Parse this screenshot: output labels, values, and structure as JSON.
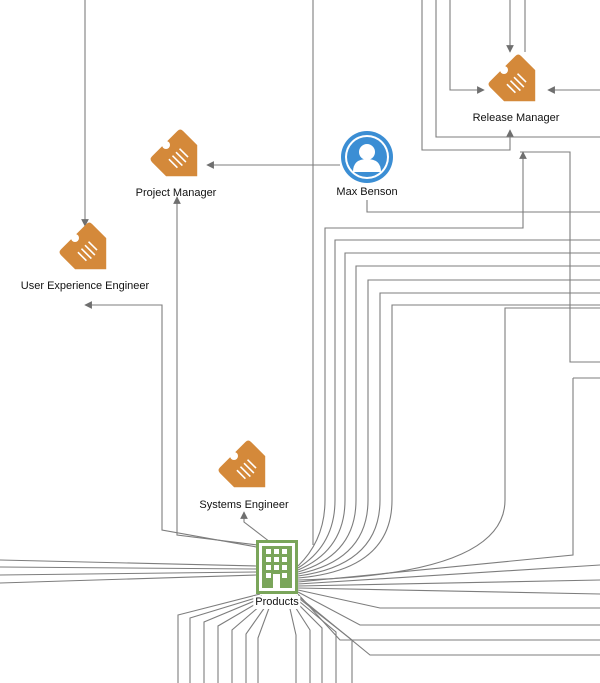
{
  "nodes": [
    {
      "id": "release_manager",
      "label": "Release Manager",
      "icon": "role-tag-icon",
      "kind": "role"
    },
    {
      "id": "project_manager",
      "label": "Project Manager",
      "icon": "role-tag-icon",
      "kind": "role"
    },
    {
      "id": "max_benson",
      "label": "Max Benson",
      "icon": "person-avatar-icon",
      "kind": "person"
    },
    {
      "id": "ux_engineer",
      "label": "User Experience Engineer",
      "icon": "role-tag-icon",
      "kind": "role"
    },
    {
      "id": "systems_engineer",
      "label": "Systems Engineer",
      "icon": "role-tag-icon",
      "kind": "role"
    },
    {
      "id": "products",
      "label": "Products",
      "icon": "building-icon",
      "kind": "organization"
    }
  ],
  "edges": [
    {
      "from": "max_benson",
      "to": "project_manager"
    },
    {
      "from": "max_benson",
      "to": "release_manager"
    },
    {
      "from": "products",
      "to": "project_manager"
    },
    {
      "from": "products",
      "to": "ux_engineer"
    },
    {
      "from": "products",
      "to": "systems_engineer"
    },
    {
      "from": "products",
      "to": "release_manager"
    }
  ],
  "colors": {
    "role_tag": "#d4893a",
    "person": "#3b8ed4",
    "building": "#7aa55a",
    "edge": "#7a7a7a"
  }
}
